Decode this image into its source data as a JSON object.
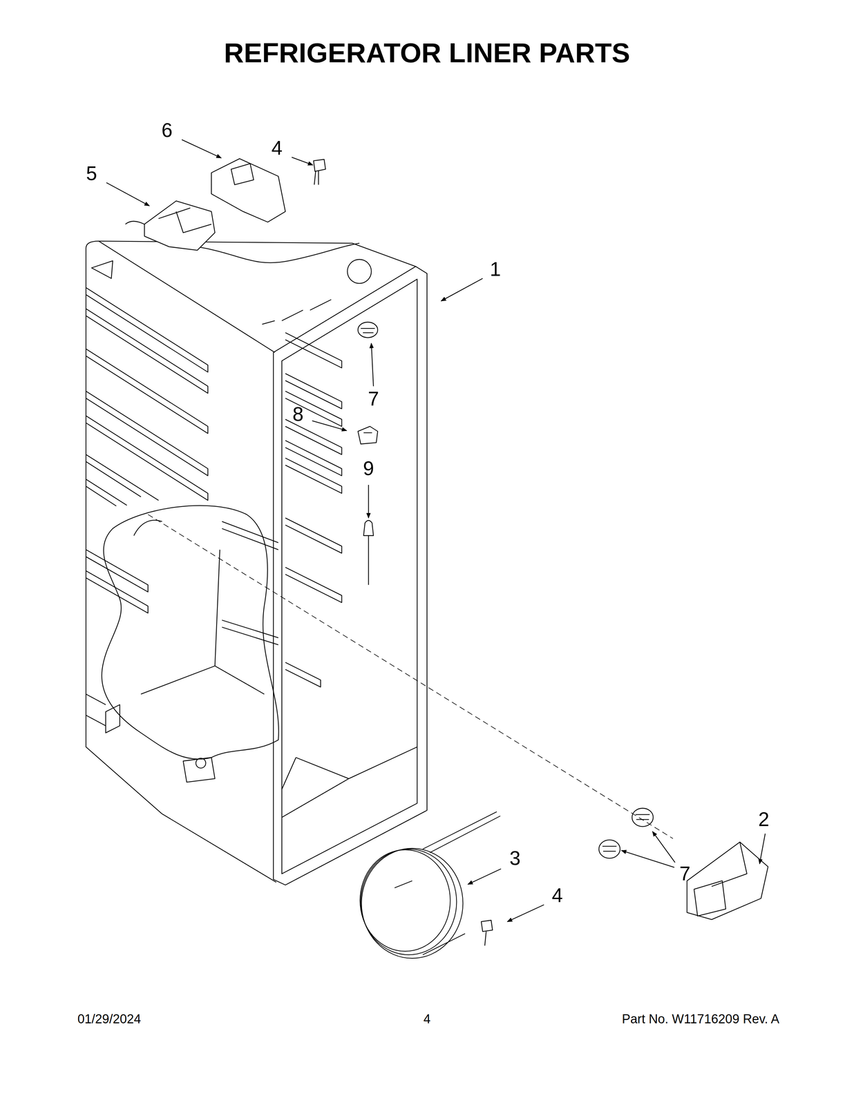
{
  "diagram": {
    "title": "REFRIGERATOR LINER PARTS",
    "labels": [
      "6",
      "4",
      "5",
      "1",
      "7",
      "8",
      "9",
      "2",
      "3",
      "7",
      "4",
      "01/29/2024",
      "4",
      "Part No. W11716209 Rev. A"
    ]
  }
}
